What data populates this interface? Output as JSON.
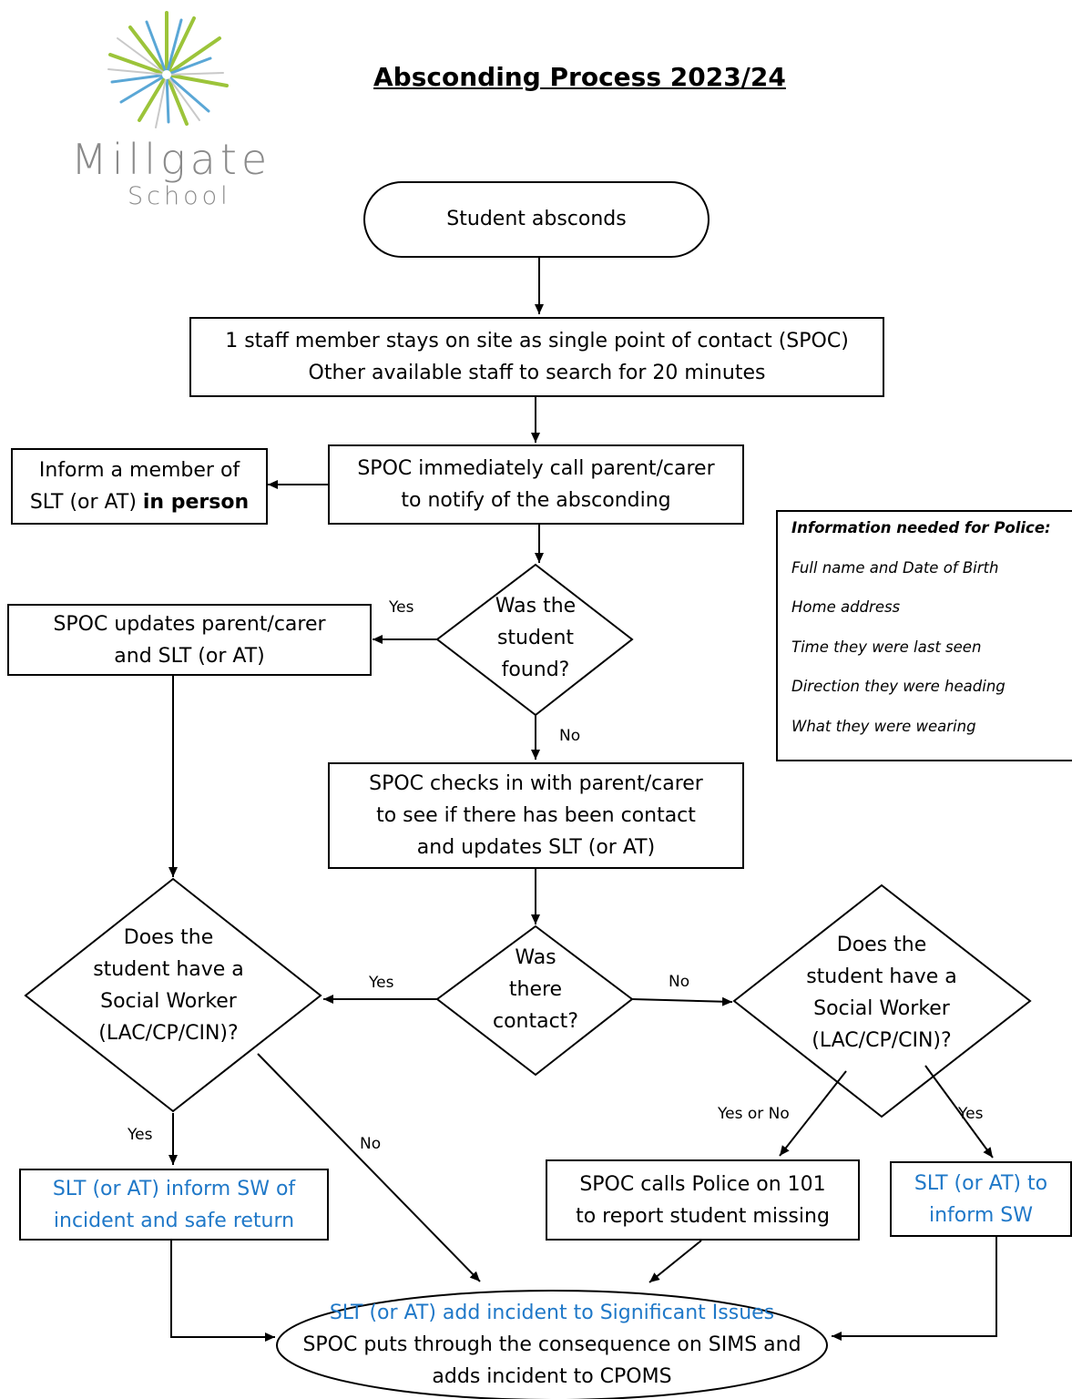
{
  "title": "Absconding Process 2023/24",
  "logo": {
    "name": "Millgate",
    "subtitle": "School"
  },
  "nodes": {
    "start": "Student abscond​s",
    "spoc": [
      "1 staff member stays on site as single point of contact (SPOC)",
      "Other available staff to search for 20 minutes"
    ],
    "call_parent": [
      "SPOC immediately call parent/carer",
      "to notify of the absconding"
    ],
    "inform_slt": {
      "line1": "Inform a member of",
      "line2_pre": "SLT (or AT) ",
      "line2_bold": "in person"
    },
    "found_q": [
      "Was the",
      "student",
      "found?"
    ],
    "updates": [
      "SPOC updates parent/carer",
      "and SLT (or AT)"
    ],
    "checks": [
      "SPOC checks in with parent/carer",
      "to see if there has been contact",
      "and updates SLT (or AT)"
    ],
    "contact_q": [
      "Was",
      "there",
      "contact?"
    ],
    "sw_left_q": [
      "Does the",
      "student have a",
      "Social Worker",
      "(LAC/CP/CIN)?"
    ],
    "sw_right_q": [
      "Does the",
      "student have a",
      "Social Worker",
      "(LAC/CP/CIN)?"
    ],
    "inform_sw_return": [
      "SLT (or AT) inform SW of",
      "incident and safe return"
    ],
    "police": [
      "SPOC calls Police on 101",
      "to report student missing"
    ],
    "inform_sw": [
      "SLT (or AT) to",
      "inform SW"
    ],
    "end": [
      "SLT (or AT) add incident to Significant Issues",
      "SPOC puts through the consequence on SIMS and",
      "adds incident to CPOMS"
    ]
  },
  "edge_labels": {
    "found_yes": "Yes",
    "found_no": "No",
    "contact_yes": "Yes",
    "contact_no": "No",
    "sw_left_yes": "Yes",
    "sw_left_no": "No",
    "sw_right_yesno": "Yes or No",
    "sw_right_yes": "Yes"
  },
  "police_info": {
    "heading": "Information needed for Police:",
    "items": [
      "Full name and Date of Birth",
      "Home address",
      "Time they were last seen",
      "Direction they were heading",
      "What they were wearing"
    ]
  },
  "colors": {
    "text": "#000000",
    "blue_text": "#1f78c8",
    "logo_gray": "#8a8a8a",
    "logo_green": "#9cc43a",
    "logo_blue": "#5aa7d6"
  }
}
